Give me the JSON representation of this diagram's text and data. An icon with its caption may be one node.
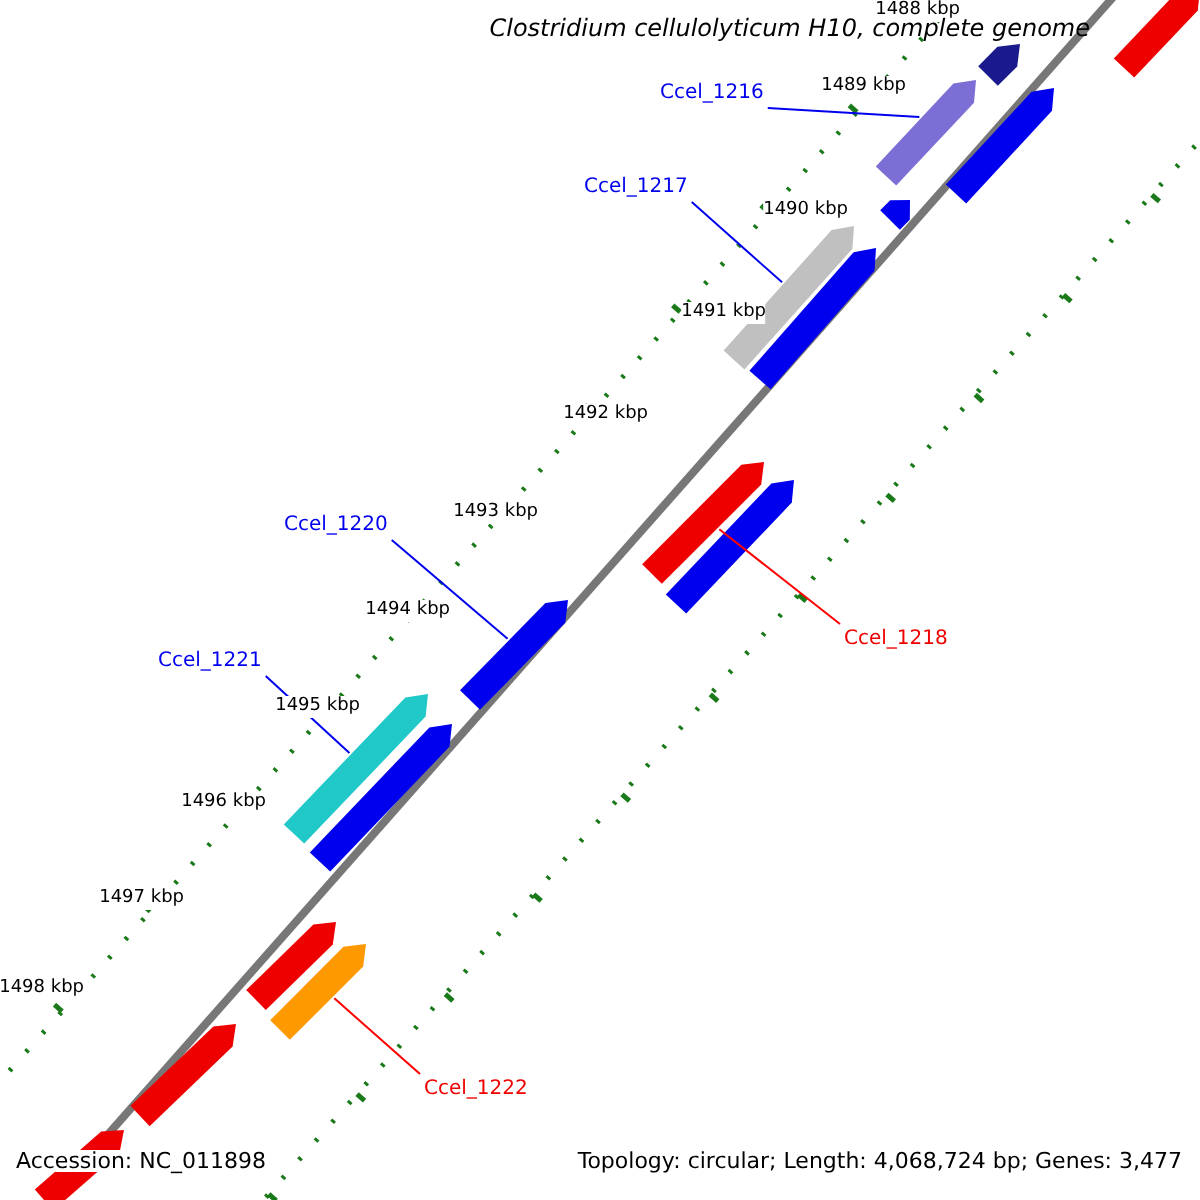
{
  "diagram": {
    "title": "Clostridium cellulolyticum H10, complete genome",
    "nodes": [
      {
        "text": [
          "Ccel_1216"
        ]
      },
      {
        "text": [],
        "shape": "arrow"
      },
      {
        "text": [
          "Ccel_1217"
        ]
      },
      {
        "text": [],
        "shape": "arrow"
      },
      {
        "text": [
          "Ccel_1220"
        ]
      },
      {
        "text": [],
        "shape": "arrow"
      },
      {
        "text": [
          "Ccel_1218"
        ]
      },
      {
        "text": [],
        "shape": "arrow"
      },
      {
        "text": [
          "Ccel_1221"
        ]
      },
      {
        "text": [],
        "shape": "arrow"
      },
      {
        "text": [
          "Ccel_1222"
        ]
      },
      {
        "text": [],
        "shape": "arrow"
      },
      {
        "text": [],
        "shape": "arrow"
      },
      {
        "text": [],
        "shape": "arrow"
      },
      {
        "text": [],
        "shape": "arrow"
      },
      {
        "text": [],
        "shape": "arrow"
      },
      {
        "text": [],
        "shape": "arrow"
      },
      {
        "text": [],
        "shape": "arrow"
      },
      {
        "text": [],
        "shape": "arrow"
      },
      {
        "text": [],
        "shape": "arrow"
      },
      {
        "text": [],
        "shape": "arrow"
      },
      {
        "text": [],
        "shape": "arrow"
      }
    ],
    "edges": [
      {
        "from": 0,
        "to": 1,
        "arrow": "none"
      },
      {
        "from": 2,
        "to": 3,
        "arrow": "none"
      },
      {
        "from": 4,
        "to": 5,
        "arrow": "none"
      },
      {
        "from": 6,
        "to": 7,
        "arrow": "none",
        "color": "#ff0000"
      },
      {
        "from": 8,
        "to": 9,
        "arrow": "none"
      },
      {
        "from": 10,
        "to": 11,
        "arrow": "none",
        "color": "#ff0000"
      }
    ],
    "labels": [
      "1488 kbp",
      "1489 kbp",
      "1490 kbp",
      "1491 kbp",
      "1492 kbp",
      "1493 kbp",
      "1494 kbp",
      "1495 kbp",
      "1496 kbp",
      "1497 kbp",
      "1498 kbp",
      "Accession: NC_011898",
      "Topology: circular; Length: 4,068,724 bp; Genes: 3,477"
    ]
  }
}
